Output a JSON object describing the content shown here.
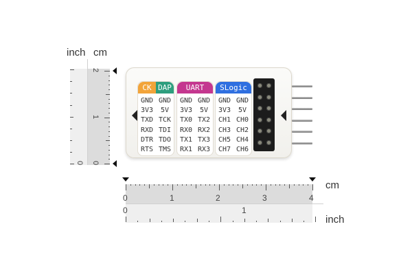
{
  "vertical_ruler": {
    "label_inch": "inch",
    "label_cm": "cm",
    "cm_ticks": [
      "0",
      "1",
      "2"
    ],
    "inch_ticks": [
      "0"
    ]
  },
  "horizontal_ruler": {
    "label_cm": "cm",
    "label_inch": "inch",
    "cm_ticks": [
      "0",
      "1",
      "2",
      "3",
      "4"
    ],
    "inch_ticks": [
      "0",
      "1"
    ]
  },
  "device": {
    "groups": [
      {
        "headers": [
          {
            "label": "CK",
            "color": "#f2a43a"
          },
          {
            "label": "DAP",
            "color": "#2e9e7e"
          }
        ],
        "pins": [
          "GND",
          "GND",
          "3V3",
          "5V",
          "TXD",
          "TCK",
          "RXD",
          "TDI",
          "DTR",
          "TDO",
          "RTS",
          "TMS"
        ]
      },
      {
        "headers": [
          {
            "label": "UART",
            "color": "#c4378f"
          }
        ],
        "pins": [
          "GND",
          "GND",
          "3V3",
          "5V",
          "TX0",
          "TX2",
          "RX0",
          "RX2",
          "TX1",
          "TX3",
          "RX1",
          "RX3"
        ]
      },
      {
        "headers": [
          {
            "label": "SLogic",
            "color": "#2f6fe0"
          }
        ],
        "pins": [
          "GND",
          "GND",
          "3V3",
          "5V",
          "CH1",
          "CH0",
          "CH3",
          "CH2",
          "CH5",
          "CH4",
          "CH7",
          "CH6"
        ]
      }
    ]
  }
}
